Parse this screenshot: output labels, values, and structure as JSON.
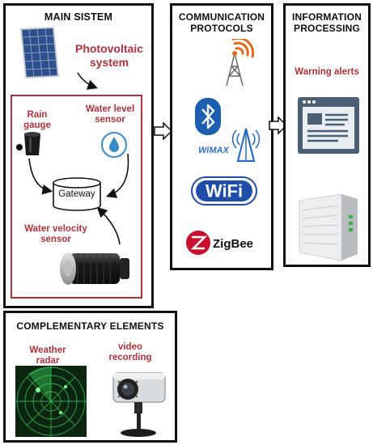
{
  "main_system": {
    "title": "MAIN SISTEM",
    "photovoltaic_label": "Photovoltaic system",
    "rain_gauge_label": "Rain gauge",
    "water_level_label": "Water level sensor",
    "gateway_label": "Gateway",
    "water_velocity_label": "Water velocity sensor"
  },
  "communication": {
    "title": "COMMUNICATION PROTOCOLS",
    "wimax_logo": "WiMAX",
    "wifi_logo": "WiFi",
    "zigbee_logo": "ZigBee"
  },
  "information": {
    "title": "INFORMATION PROCESSING",
    "warning_label": "Warning alerts"
  },
  "complementary": {
    "title": "COMPLEMENTARY ELEMENTS",
    "radar_label": "Weather radar",
    "video_label": "video recording"
  },
  "colors": {
    "border": "#111111",
    "accent_red": "#b0323c",
    "inner_border": "#b0323c"
  },
  "icons": [
    "solar-panel-icon",
    "rain-gauge-icon",
    "water-drop-icon",
    "gateway-icon",
    "velocity-sensor-icon",
    "antenna-tower-icon",
    "bluetooth-icon",
    "wimax-icon",
    "wifi-icon",
    "zigbee-icon",
    "browser-window-icon",
    "server-icon",
    "radar-icon",
    "camera-icon",
    "arrow-right-icon"
  ]
}
